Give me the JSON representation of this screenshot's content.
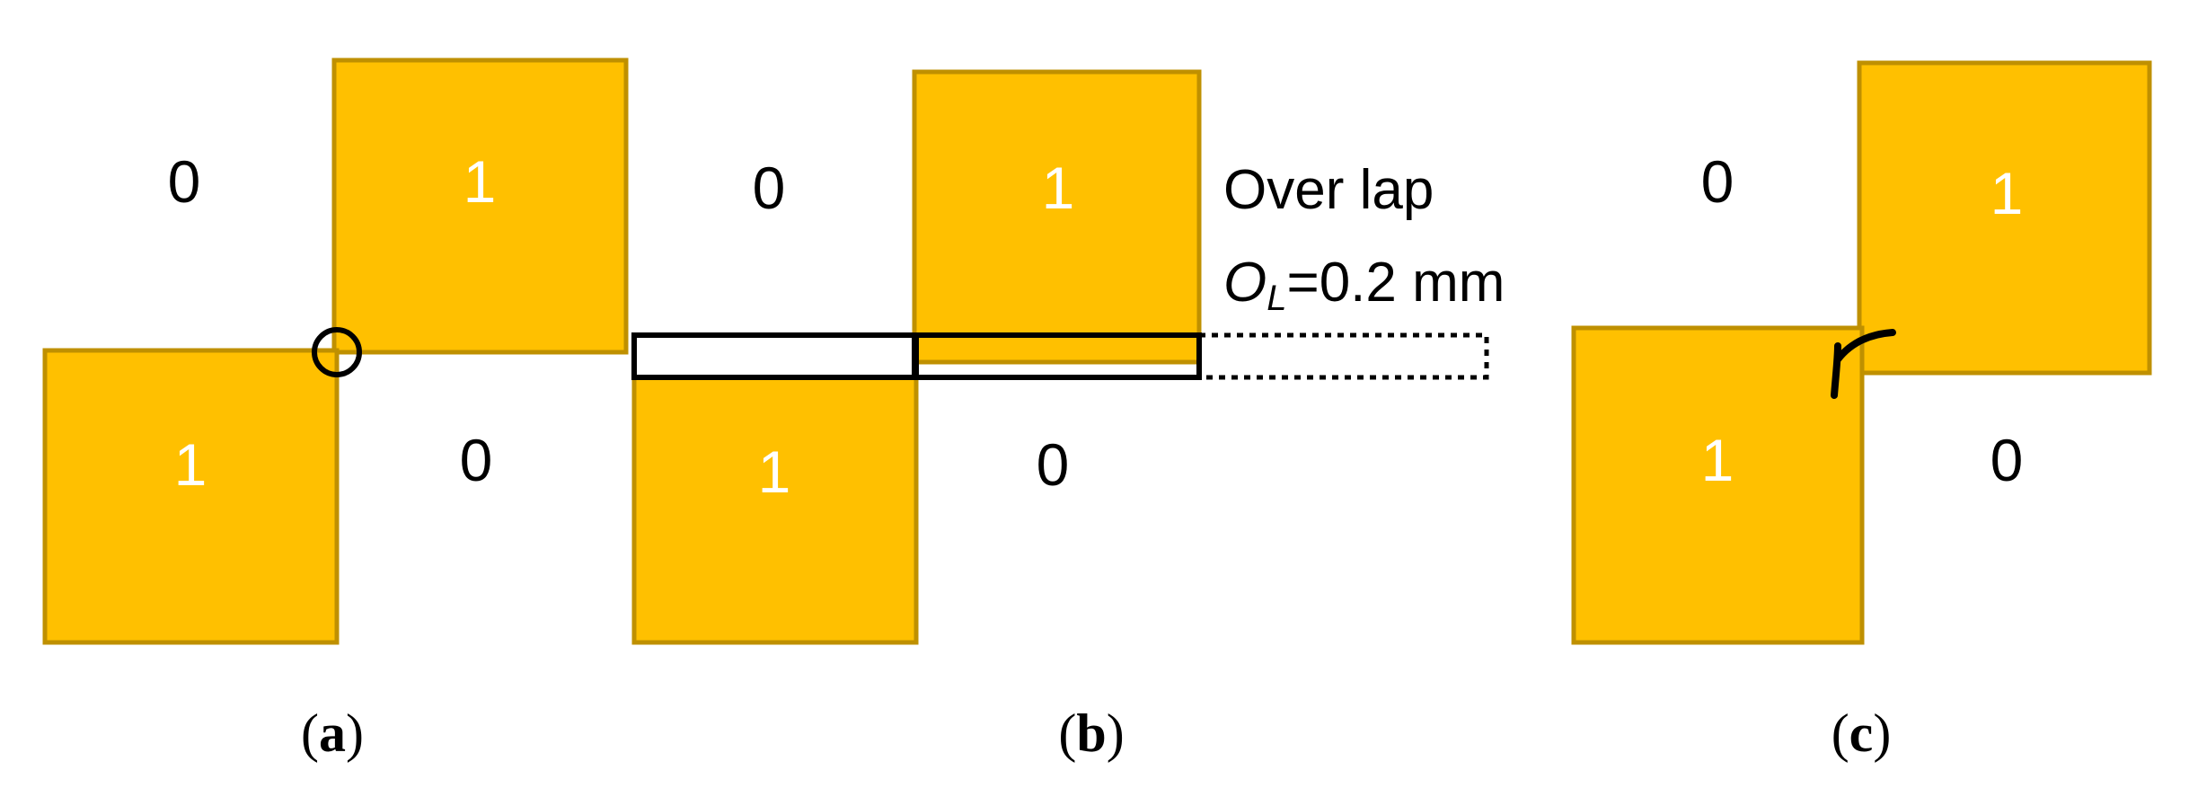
{
  "panels": {
    "a": {
      "caption_open": "(",
      "caption_letter": "a",
      "caption_close": ")",
      "labels": {
        "top_left": "0",
        "top_right": "1",
        "bottom_left": "1",
        "bottom_right": "0"
      }
    },
    "b": {
      "caption_open": "(",
      "caption_letter": "b",
      "caption_close": ")",
      "labels": {
        "top_left": "0",
        "top_right": "1",
        "bottom_left": "1",
        "bottom_right": "0"
      },
      "overlap_title": "Over lap",
      "overlap_symbol": "O",
      "overlap_subscript": "L",
      "overlap_value": "=0.2 mm"
    },
    "c": {
      "caption_open": "(",
      "caption_letter": "c",
      "caption_close": ")",
      "labels": {
        "top_left": "0",
        "top_right": "1",
        "bottom_left": "1",
        "bottom_right": "0"
      }
    }
  },
  "colors": {
    "square_fill": "#FFC000",
    "square_stroke": "#BF9000",
    "annotation_stroke": "#000000"
  }
}
